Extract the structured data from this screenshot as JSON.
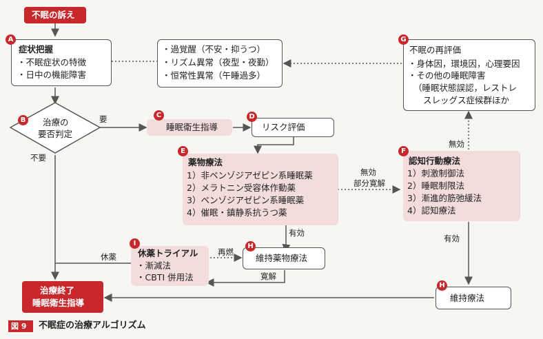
{
  "start": "不眠の訴え",
  "A": {
    "badge": "A",
    "title": "症状把握",
    "items": [
      "・不眠症状の特徴",
      "・日中の機能障害"
    ]
  },
  "exclude": {
    "items": [
      "・過覚醒（不安・抑うつ）",
      "・リズム異常（夜型・夜勤）",
      "・恒常性異常（午睡過多）"
    ]
  },
  "B": {
    "badge": "B",
    "lines": [
      "治療の",
      "要否判定"
    ]
  },
  "C": {
    "badge": "C",
    "label": "睡眠衛生指導"
  },
  "D": {
    "badge": "D",
    "label": "リスク評価"
  },
  "E": {
    "badge": "E",
    "title": "薬物療法",
    "items": [
      "1）非ベンゾジアゼピン系睡眠薬",
      "2）メラトニン受容体作動薬",
      "3）ベンゾジアゼピン系睡眠薬",
      "4）催眠・鎮静系抗うつ薬"
    ]
  },
  "F": {
    "badge": "F",
    "title": "認知行動療法",
    "items": [
      "1）刺激制御法",
      "2）睡眠制限法",
      "3）漸進的筋弛緩法",
      "4）認知療法"
    ]
  },
  "G": {
    "badge": "G",
    "title": "不眠の再評価",
    "items": [
      "・身体因，環境因，心理要因",
      "・その他の睡眠障害",
      "（睡眠状態誤認，レストレ",
      "スレッグス症候群ほか"
    ]
  },
  "H1": {
    "badge": "H",
    "label": "維持薬物療法"
  },
  "H2": {
    "badge": "H",
    "label": "維持療法"
  },
  "I": {
    "badge": "I",
    "title": "休薬トライアル",
    "items": [
      "・漸減法",
      "・CBTI 併用法"
    ]
  },
  "end": {
    "lines": [
      "治療終了",
      "睡眠衛生指導"
    ]
  },
  "labels": {
    "need": "要",
    "noneed": "不要",
    "noeffect1": "無効",
    "noeffect2": "部分寛解",
    "effective1": "有効",
    "effective2": "有効",
    "noeffect3": "無効",
    "relapse": "再燃",
    "remission": "寛解",
    "stopdrug": "休薬"
  },
  "caption": {
    "tag": "図 9",
    "text": "不眠症の治療アルゴリズム"
  },
  "colors": {
    "accent": "#c8282c",
    "pink": "#f3dcdc"
  }
}
